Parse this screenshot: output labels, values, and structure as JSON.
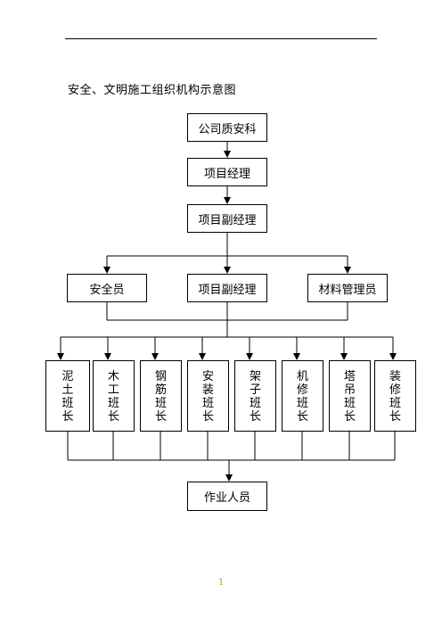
{
  "header": {
    "mark": ""
  },
  "title": "安全、文明施工组织机构示意图",
  "chart": {
    "level1": "公司质安科",
    "level2": "项目经理",
    "level3": "项目副经理",
    "row4": [
      "安全员",
      "项目副经理",
      "材料管理员"
    ],
    "teams": [
      [
        "泥",
        "土",
        "班",
        "长"
      ],
      [
        "木",
        "工",
        "班",
        "长"
      ],
      [
        "钢",
        "筋",
        "班",
        "长"
      ],
      [
        "安",
        "装",
        "班",
        "长"
      ],
      [
        "架",
        "子",
        "班",
        "长"
      ],
      [
        "机",
        "修",
        "班",
        "长"
      ],
      [
        "塔",
        "吊",
        "班",
        "长"
      ],
      [
        "装",
        "修",
        "班",
        "长"
      ]
    ],
    "bottom": "作业人员"
  },
  "footer": {
    "page_number": "1"
  }
}
